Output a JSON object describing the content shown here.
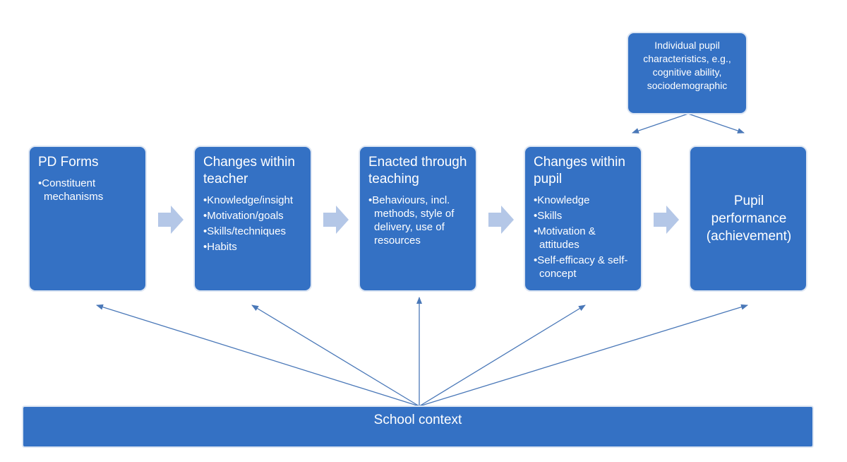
{
  "boxes": {
    "pd_forms": {
      "title": "PD Forms",
      "items": [
        "Constituent mechanisms"
      ]
    },
    "teacher": {
      "title": "Changes within teacher",
      "items": [
        "Knowledge/insight",
        "Motivation/goals",
        "Skills/techniques",
        "Habits"
      ]
    },
    "teaching": {
      "title": "Enacted through teaching",
      "items": [
        "Behaviours, incl. methods, style of delivery, use of resources"
      ]
    },
    "pupil": {
      "title": "Changes within pupil",
      "items": [
        "Knowledge",
        "Skills",
        "Motivation & attitudes",
        "Self-efficacy & self-concept"
      ]
    },
    "performance": {
      "title": "Pupil performance (achievement)"
    },
    "characteristics": {
      "text": "Individual pupil characteristics, e.g., cognitive ability, sociodemographic"
    }
  },
  "school_context": "School context",
  "colors": {
    "box_fill": "#3471c4",
    "box_border": "#dde6f3",
    "flow_arrow": "#b4c7e7",
    "line": "#4a78b8"
  }
}
